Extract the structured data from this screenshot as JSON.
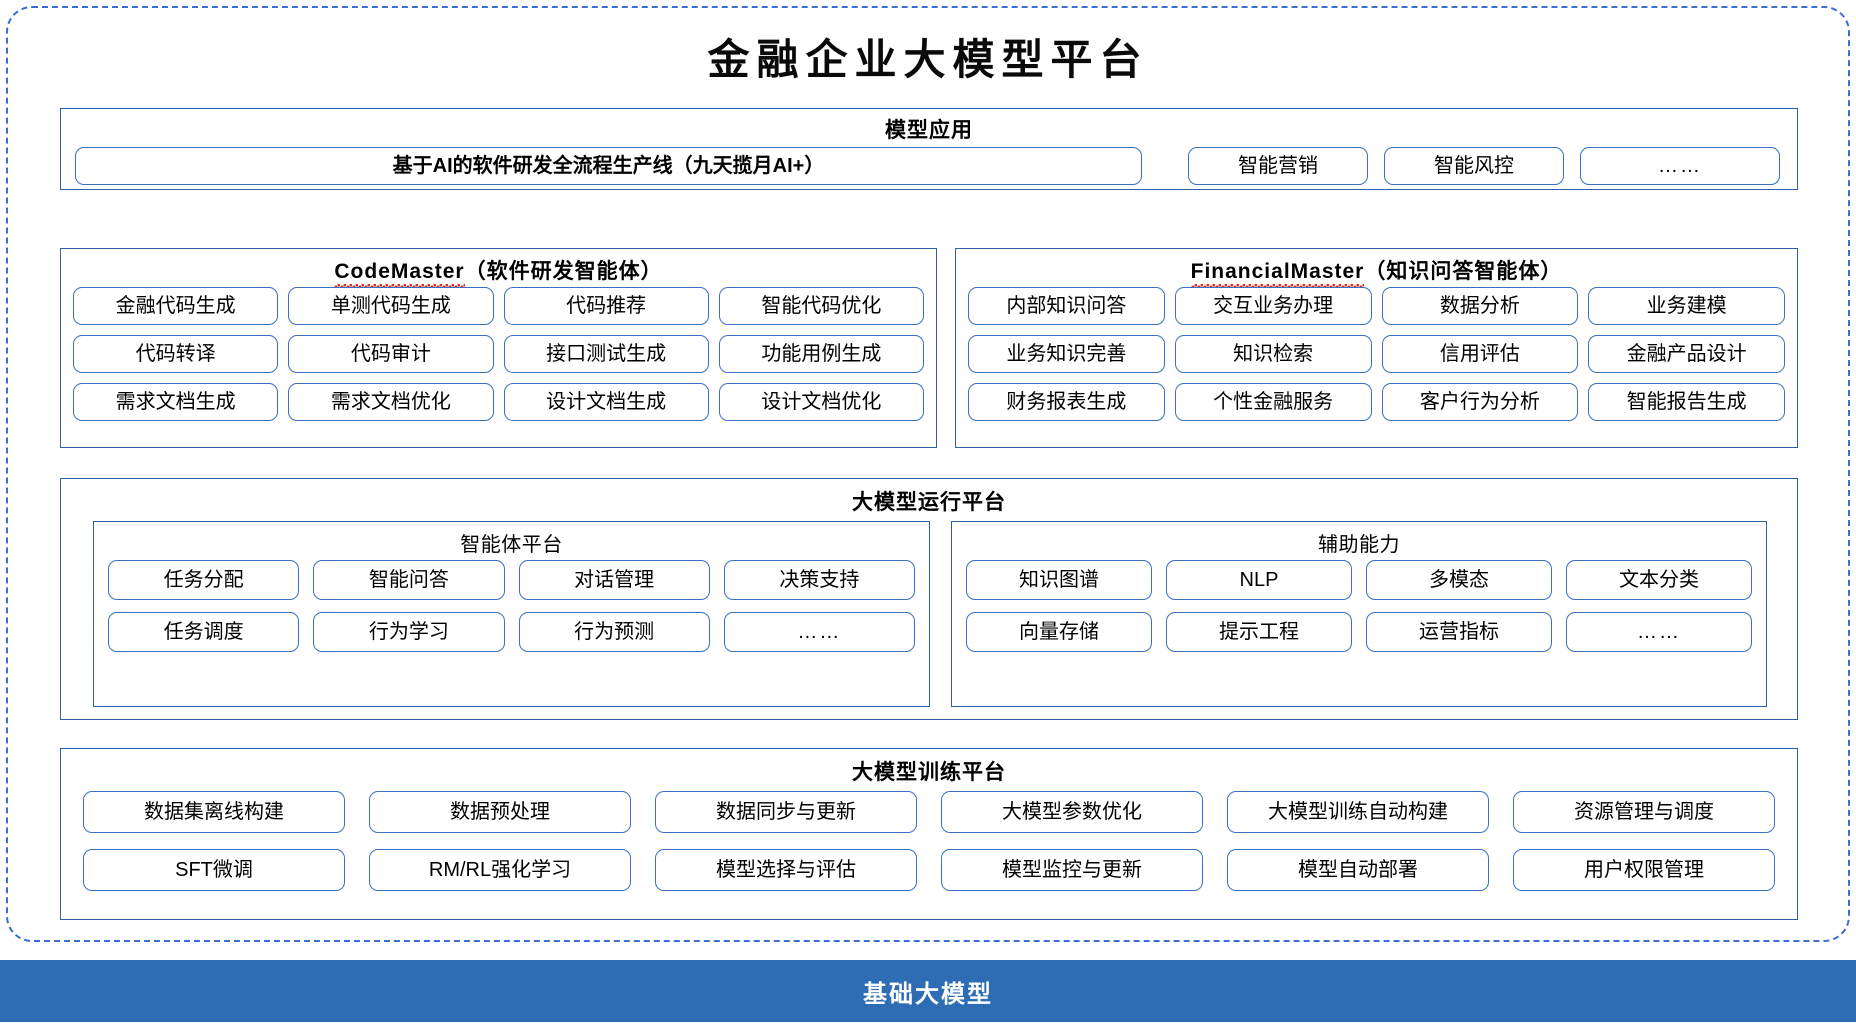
{
  "diagram": {
    "title": "金融企业大模型平台",
    "accent_blue": "#2e6db4",
    "border_blue": "#3a6fc4",
    "frame_blue": "#3b6fd4"
  },
  "model_application": {
    "title": "模型应用",
    "items": [
      "基于AI的软件研发全流程生产线（九天揽月AI+）",
      "智能营销",
      "智能风控",
      "……"
    ]
  },
  "agents": [
    {
      "name": "CodeMaster",
      "suffix": "（软件研发智能体）",
      "spellcheck_underline": true,
      "rows": [
        [
          "金融代码生成",
          "单测代码生成",
          "代码推荐",
          "智能代码优化"
        ],
        [
          "代码转译",
          "代码审计",
          "接口测试生成",
          "功能用例生成"
        ],
        [
          "需求文档生成",
          "需求文档优化",
          "设计文档生成",
          "设计文档优化"
        ]
      ]
    },
    {
      "name": "FinancialMaster",
      "suffix": "（知识问答智能体）",
      "spellcheck_underline": true,
      "rows": [
        [
          "内部知识问答",
          "交互业务办理",
          "数据分析",
          "业务建模"
        ],
        [
          "业务知识完善",
          "知识检索",
          "信用评估",
          "金融产品设计"
        ],
        [
          "财务报表生成",
          "个性金融服务",
          "客户行为分析",
          "智能报告生成"
        ]
      ]
    }
  ],
  "runtime_platform": {
    "title": "大模型运行平台",
    "sub_panels": [
      {
        "title": "智能体平台",
        "rows": [
          [
            "任务分配",
            "智能问答",
            "对话管理",
            "决策支持"
          ],
          [
            "任务调度",
            "行为学习",
            "行为预测",
            "……"
          ]
        ]
      },
      {
        "title": "辅助能力",
        "rows": [
          [
            "知识图谱",
            "NLP",
            "多模态",
            "文本分类"
          ],
          [
            "向量存储",
            "提示工程",
            "运营指标",
            "……"
          ]
        ]
      }
    ]
  },
  "training_platform": {
    "title": "大模型训练平台",
    "rows": [
      [
        "数据集离线构建",
        "数据预处理",
        "数据同步与更新",
        "大模型参数优化",
        "大模型训练自动构建",
        "资源管理与调度"
      ],
      [
        "SFT微调",
        "RM/RL强化学习",
        "模型选择与评估",
        "模型监控与更新",
        "模型自动部署",
        "用户权限管理"
      ]
    ]
  },
  "base_layer": {
    "label": "基础大模型"
  }
}
